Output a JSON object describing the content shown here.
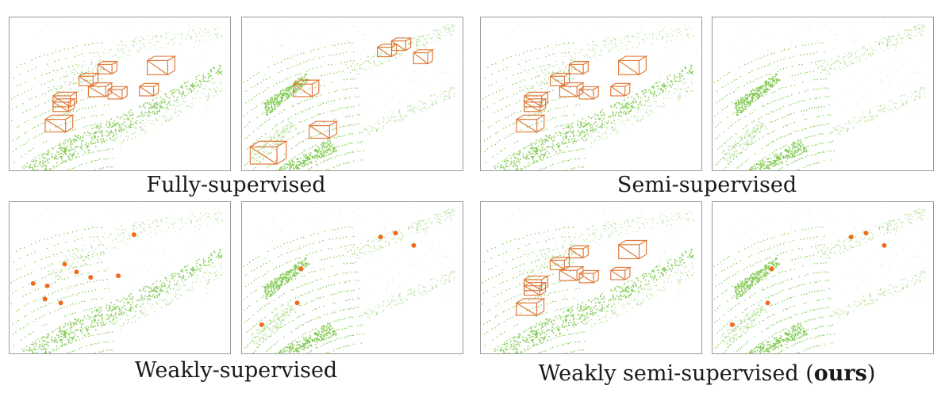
{
  "captions": {
    "fully": "Fully-supervised",
    "semi": "Semi-supervised",
    "weakly": "Weakly-supervised",
    "ours_prefix": "Weakly semi-supervised (",
    "ours_bold": "ours",
    "ours_suffix": ")"
  },
  "colors": {
    "points": "#7cc84a",
    "box": "#e07a3a",
    "dot": "#f06a1a",
    "frame": "#9a9a9a"
  },
  "annotation_types": {
    "fully": [
      "box",
      "box"
    ],
    "semi": [
      "box",
      "none"
    ],
    "weakly": [
      "dot",
      "dot"
    ],
    "ours": [
      "box",
      "dot"
    ]
  }
}
